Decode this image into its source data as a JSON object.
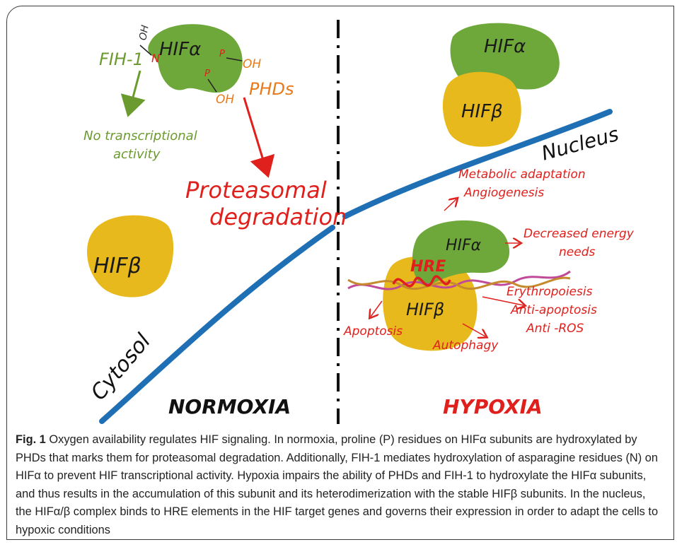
{
  "figure": {
    "normoxia": {
      "fih_label": "FIH-1",
      "oh_top": "OH",
      "n_label": "N",
      "hifa_label": "HIFα",
      "p1_label": "P",
      "p2_label": "P",
      "oh_right": "OH",
      "oh_bottom": "OH",
      "phds_label": "PHDs",
      "no_activity_line1": "No transcriptional",
      "no_activity_line2": "activity",
      "proteasomal_line1": "Proteasomal",
      "proteasomal_line2": "degradation",
      "hifb_label": "HIFβ",
      "cytosol_label": "Cytosol",
      "condition_label": "NORMOXIA"
    },
    "hypoxia": {
      "hifa_top_label": "HIFα",
      "hifb_top_label": "HIFβ",
      "nucleus_label": "Nucleus",
      "metabolic_label": "Metabolic adaptation",
      "angiogenesis_label": "Angiogenesis",
      "hifa_bottom_label": "HIFα",
      "energy_line1": "Decreased energy",
      "energy_line2": "needs",
      "hre_label": "HRE",
      "hifb_bottom_label": "HIFβ",
      "erythro_label": "Erythropoiesis",
      "antiapop_label": "Anti-apoptosis",
      "antiros_label": "Anti -ROS",
      "apoptosis_label": "Apoptosis",
      "autophagy_label": "Autophagy",
      "condition_label": "HYPOXIA"
    },
    "colors": {
      "green": "#6fa83a",
      "yellow": "#e8b91c",
      "blue": "#1f6fb5",
      "red": "#e0201c",
      "orange": "#e87a1c",
      "olive": "#6b9a2e"
    }
  },
  "caption": {
    "fig_label": "Fig. 1",
    "text": "Oxygen availability regulates HIF signaling. In normoxia, proline (P) residues on HIFα subunits are hydroxylated by PHDs that marks them for proteasomal degradation. Additionally, FIH-1 mediates hydroxylation of asparagine residues (N) on HIFα to prevent HIF transcriptional activity. Hypoxia impairs the ability of PHDs and FIH-1 to hydroxylate the HIFα subunits, and thus results in the accumulation of this subunit and its heterodimerization with the stable HIFβ subunits. In the nucleus, the HIFα/β complex binds to HRE elements in the HIF target genes and governs their expression in order to adapt the cells to hypoxic conditions"
  }
}
